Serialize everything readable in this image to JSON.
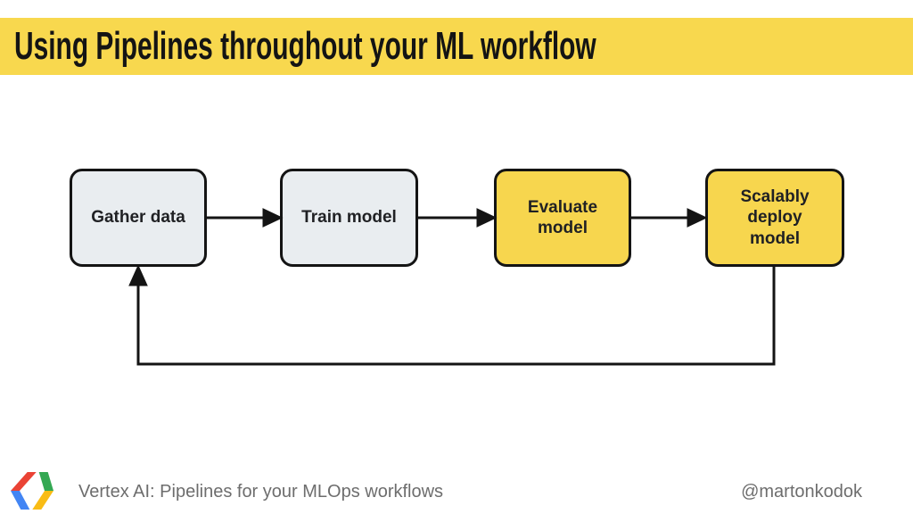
{
  "header": {
    "title": "Using Pipelines throughout your ML workflow",
    "bg_color": "#F8D84E"
  },
  "diagram": {
    "nodes": [
      {
        "label": "Gather data",
        "fill": "#E9EDF0"
      },
      {
        "label": "Train model",
        "fill": "#E9EDF0"
      },
      {
        "label": "Evaluate\nmodel",
        "fill": "#F7D64E"
      },
      {
        "label": "Scalably\ndeploy\nmodel",
        "fill": "#F7D64E"
      }
    ],
    "edges": [
      {
        "from": "Gather data",
        "to": "Train model",
        "type": "forward-arrow"
      },
      {
        "from": "Train model",
        "to": "Evaluate model",
        "type": "forward-arrow"
      },
      {
        "from": "Evaluate model",
        "to": "Scalably deploy model",
        "type": "forward-arrow"
      },
      {
        "from": "Scalably deploy model",
        "to": "Gather data",
        "type": "feedback-loop-arrow"
      }
    ],
    "line_color": "#141414",
    "border_color": "#141414",
    "text_color": "#202124"
  },
  "footer": {
    "logo_icon": "google-developers-logo",
    "logo_colors": {
      "red": "#EA4335",
      "blue": "#4285F4",
      "green": "#34A853",
      "yellow": "#F9BC15"
    },
    "left_text": "Vertex AI: Pipelines for your MLOps workflows",
    "right_text": "@martonkodok",
    "text_color": "#6d6d6d"
  }
}
